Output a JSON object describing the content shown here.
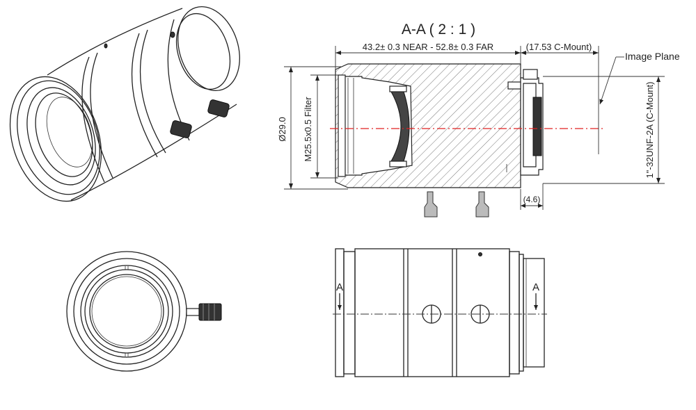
{
  "section_title": "A-A ( 2 : 1 )",
  "dimensions": {
    "length": "43.2± 0.3 NEAR - 52.8± 0.3 FAR",
    "flange": "(17.53 C-Mount)",
    "diameter": "Ø29.0",
    "filter_thread": "M25.5x0.5 Filter",
    "mount_thread": "1\"-32UNF-2A (C-Mount)",
    "mount_depth": "(4.6)"
  },
  "callouts": {
    "image_plane": "Image Plane"
  },
  "section_marks": {
    "left": "A",
    "right": "A"
  }
}
